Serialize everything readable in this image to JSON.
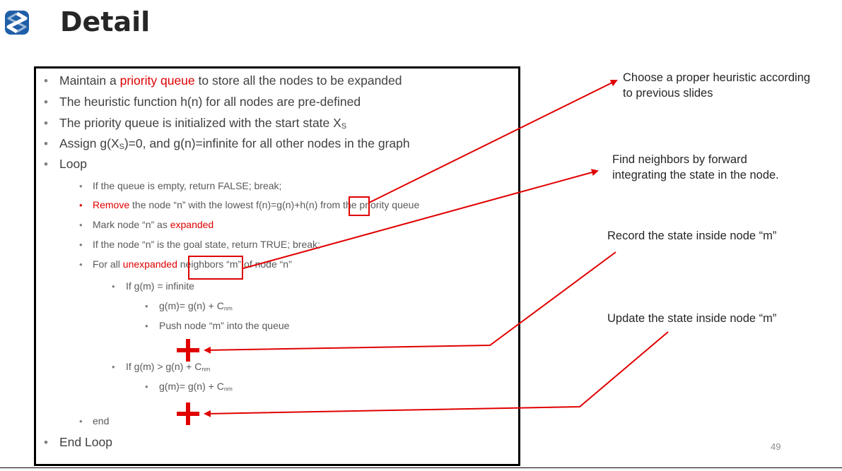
{
  "slide": {
    "title": "Detail",
    "page_number": "49",
    "logo": "s-logo-icon"
  },
  "algorithm": {
    "line1_pre": "Maintain a ",
    "line1_hl": "priority queue",
    "line1_post": " to store all the nodes to be expanded",
    "line2": "The heuristic function h(n) for all nodes are pre-defined",
    "line3": "The priority queue is initialized with the start state X",
    "line3_sub": "S",
    "line4_a": "Assign g(X",
    "line4_sub": "S",
    "line4_b": ")=0, and g(n)=infinite for all other nodes in the graph",
    "loop": "Loop",
    "empty_check": "If the queue is empty, return FALSE; break;",
    "remove_hl": "Remove",
    "remove_a": " the node “n” with the lowest f(n)=g(n)+",
    "remove_hn": "h(n)",
    "remove_b": " from the priority queue",
    "mark_a": "Mark node “n” as ",
    "mark_hl": "expanded",
    "goal_check": "If the node “n” is the goal state, return TRUE; break;",
    "forall_a": "For all ",
    "forall_hl": "unexpanded",
    "forall_nb": "neighbors",
    "forall_b": " “m” of node “n”",
    "if_inf": "If g(m) = infinite",
    "assign1_a": "g(m)= g(n) + C",
    "assign1_sub": "nm",
    "push": "Push node “m” into the queue",
    "if_gt_a": "If g(m) > g(n) + C",
    "if_gt_sub": "nm",
    "assign2_a": "g(m)= g(n) + C",
    "assign2_sub": "nm",
    "end": "end",
    "end_loop": "End Loop"
  },
  "annotations": {
    "heuristic_l1": "Choose a proper heuristic according",
    "heuristic_l2": "to previous slides",
    "neighbors_l1": "Find neighbors by forward",
    "neighbors_l2": "integrating the state in the node.",
    "record": "Record the state inside node “m”",
    "update": "Update the state inside node “m”"
  },
  "colors": {
    "accent_red": "#e00000",
    "logo_blue": "#1f5fa8"
  }
}
